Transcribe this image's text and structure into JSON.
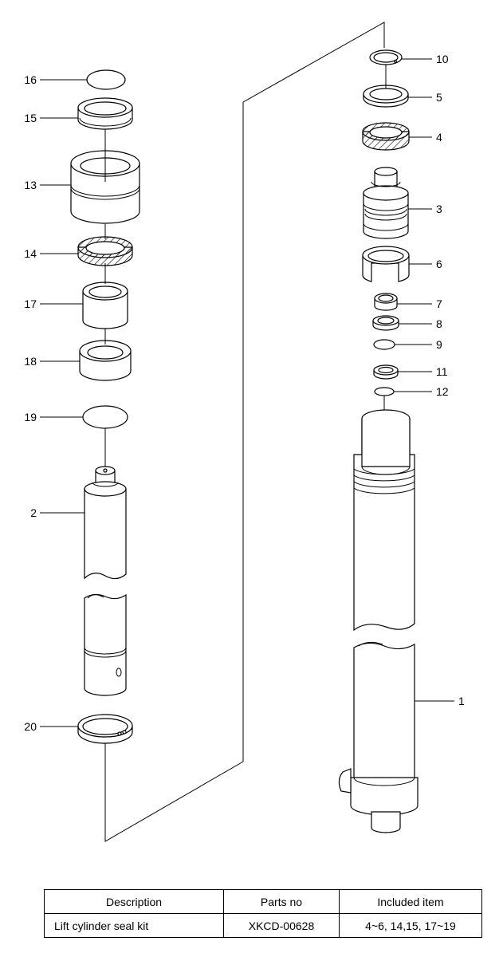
{
  "callouts": {
    "c16": "16",
    "c15": "15",
    "c13": "13",
    "c14": "14",
    "c17": "17",
    "c18": "18",
    "c19": "19",
    "c2": "2",
    "c20": "20",
    "c10": "10",
    "c5": "5",
    "c4": "4",
    "c3": "3",
    "c6": "6",
    "c7": "7",
    "c8": "8",
    "c9": "9",
    "c11": "11",
    "c12": "12",
    "c1": "1"
  },
  "table": {
    "headers": [
      "Description",
      "Parts no",
      "Included item"
    ],
    "rows": [
      [
        "Lift cylinder seal kit",
        "XKCD-00628",
        "4~6, 14,15, 17~19"
      ]
    ]
  }
}
